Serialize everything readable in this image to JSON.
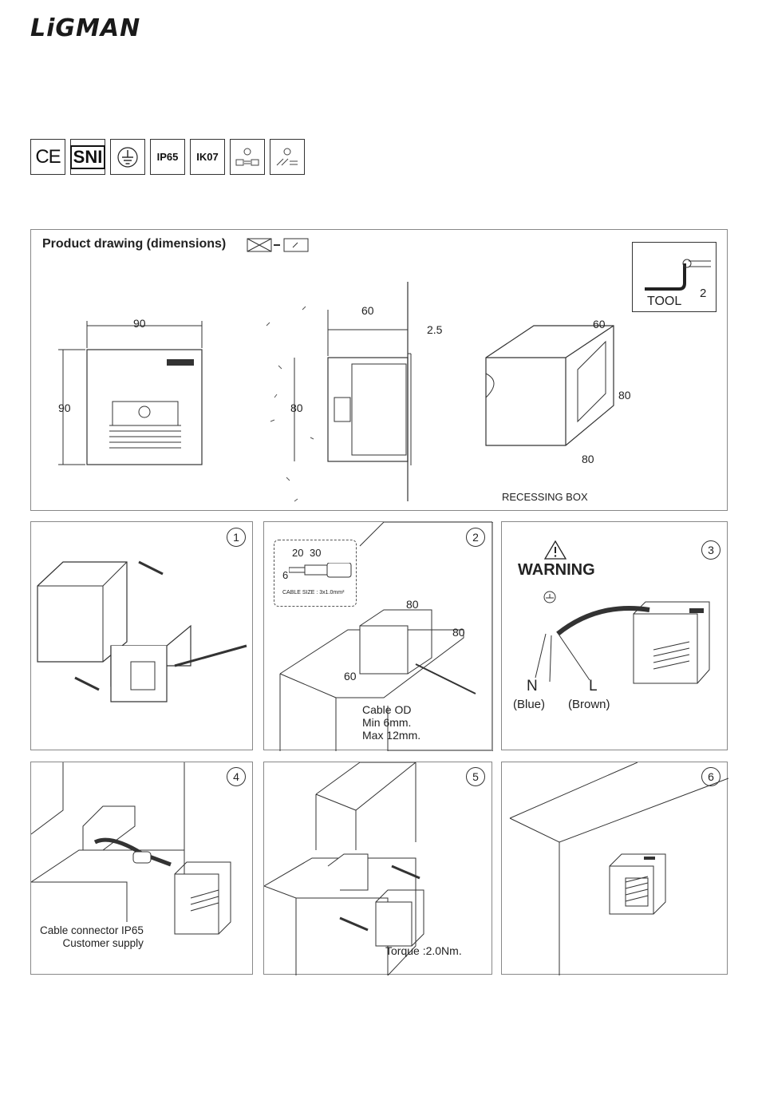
{
  "brand": {
    "logo": "LiGMAN"
  },
  "badges": [
    "CE",
    "SNI",
    "earth",
    "IP65",
    "IK07",
    "change-1",
    "change-2"
  ],
  "badge_labels": {
    "ip": "IP65",
    "ik": "IK07",
    "ce": "CE",
    "sni": "SNI"
  },
  "product_drawing": {
    "title": "Product drawing (dimensions)",
    "front": {
      "width": "90",
      "height": "90"
    },
    "section": {
      "depth": "60",
      "flange": "2.5",
      "height": "80"
    },
    "box": {
      "depth": "60",
      "height": "80",
      "width": "80",
      "caption": "RECESSING BOX"
    },
    "tool": {
      "label": "TOOL",
      "size": "2"
    }
  },
  "steps": [
    {
      "number": "1"
    },
    {
      "number": "2",
      "strip": [
        "20",
        "30",
        "6"
      ],
      "cable_size": "CABLE SIZE : 3x1.0mm²",
      "dims": [
        "80",
        "80",
        "60"
      ],
      "cable_note": "Cable OD\nMin 6mm.\nMax 12mm."
    },
    {
      "number": "3",
      "warning": "WARNING",
      "neutral": "N",
      "neutral_color": "(Blue)",
      "live": "L",
      "live_color": "(Brown)"
    },
    {
      "number": "4",
      "note": "Cable connector IP65\nCustomer supply"
    },
    {
      "number": "5",
      "note": "Torque :2.0Nm."
    },
    {
      "number": "6"
    }
  ]
}
